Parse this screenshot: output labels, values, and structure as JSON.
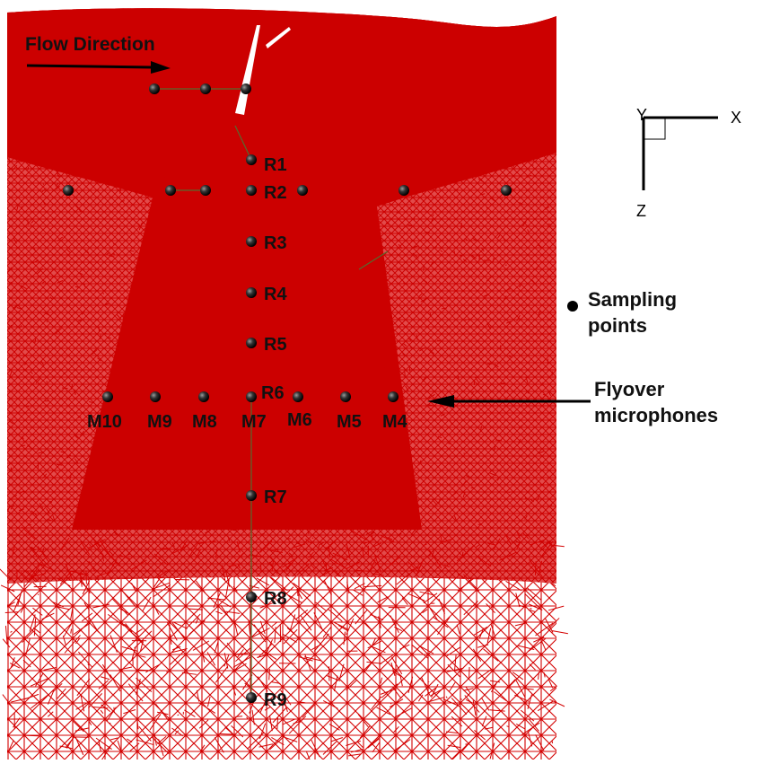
{
  "title": "Flow Direction",
  "axes": {
    "x": "X",
    "y": "Y",
    "z": "Z"
  },
  "legend": {
    "sampling_line1": "Sampling",
    "sampling_line2": "points",
    "flyover_line1": "Flyover",
    "flyover_line2": "microphones"
  },
  "sampling_points": [
    "R1",
    "R2",
    "R3",
    "R4",
    "R5",
    "R6",
    "R7",
    "R8",
    "R9"
  ],
  "microphones": [
    "M10",
    "M9",
    "M8",
    "M7",
    "M6",
    "M5",
    "M4"
  ],
  "colors": {
    "mesh": "#cc0000",
    "mesh_line": "#d91a1a",
    "point": "#111111",
    "label": "#111111"
  }
}
